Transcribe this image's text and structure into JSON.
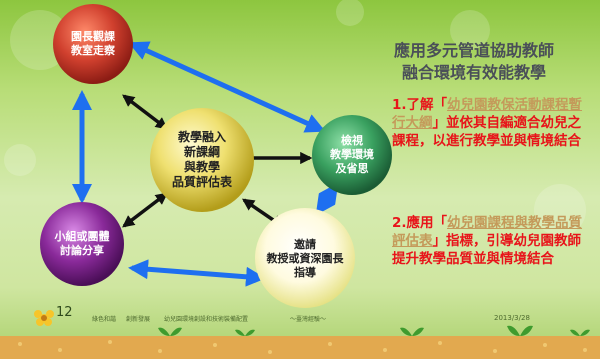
{
  "title": "應用多元管道協助教師\n融合環境有效能教學",
  "nodes": {
    "director_visit": "園長觀課\n教室走察",
    "center": "教學融入\n新課綱\n與教學\n品質評估表",
    "review": "檢視\n教學環境\n及省思",
    "group_share": "小組或團體\n討論分享",
    "invite": "邀請\n教授或資深園長\n指導"
  },
  "points": [
    {
      "num": "1.了解「",
      "link": "幼兒園教保活動課程暫行大綱",
      "rest": "」並依其自編適合幼兒之課程，以進行教學並與情境結合"
    },
    {
      "num": "2.應用「",
      "link": "幼兒園課程與教學品質評估表",
      "rest": "」指標，引導幼兒園教師提升教學品質並與情境結合"
    }
  ],
  "footer": {
    "page_number": "12",
    "tagline1": "綠色和諧",
    "tagline2": "創新發展",
    "tagline3": "幼兒園環境創設和技術裝備配置",
    "tagline4": "～臺灣經驗～",
    "date": "2013/3/28"
  },
  "colors": {
    "red_node": "#c8302a",
    "yellow_node": "#e6d23a",
    "green_node": "#3aa160",
    "purple_node": "#8a2a9a",
    "point_text": "#e8141a",
    "link_text": "#c49a5a",
    "blue_arrow": "#1e6ff0"
  }
}
